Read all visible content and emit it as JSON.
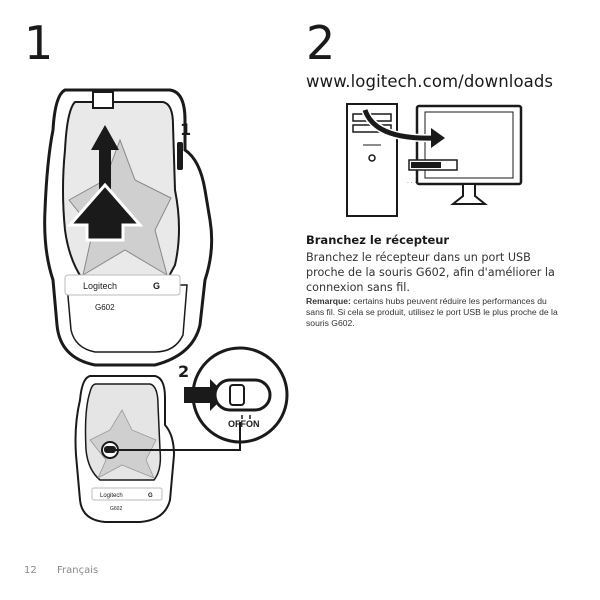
{
  "step1": {
    "number": "1",
    "mouse_brand": "Logitech",
    "mouse_logo_letter": "G",
    "mouse_model": "G602",
    "callout_1": "1",
    "callout_2": "2",
    "switch_off": "OFF",
    "switch_on": "ON",
    "small_brand": "Logitech",
    "small_logo_letter": "G",
    "small_model": "G602"
  },
  "step2": {
    "number": "2",
    "url": "www.logitech.com/downloads",
    "heading": "Branchez le récepteur",
    "body": "Branchez le récepteur dans un port USB proche de la souris G602, afin d'améliorer la connexion sans fil.",
    "note_label": "Remarque:",
    "note_text": " certains hubs peuvent réduire les performances du sans fil. Si cela se produit, utilisez le port USB le plus proche de la souris G602."
  },
  "footer": {
    "page_number": "12",
    "language": "Français"
  },
  "colors": {
    "ink": "#1a1a1a",
    "light_gray": "#bdbdbd",
    "footer_gray": "#888888"
  }
}
